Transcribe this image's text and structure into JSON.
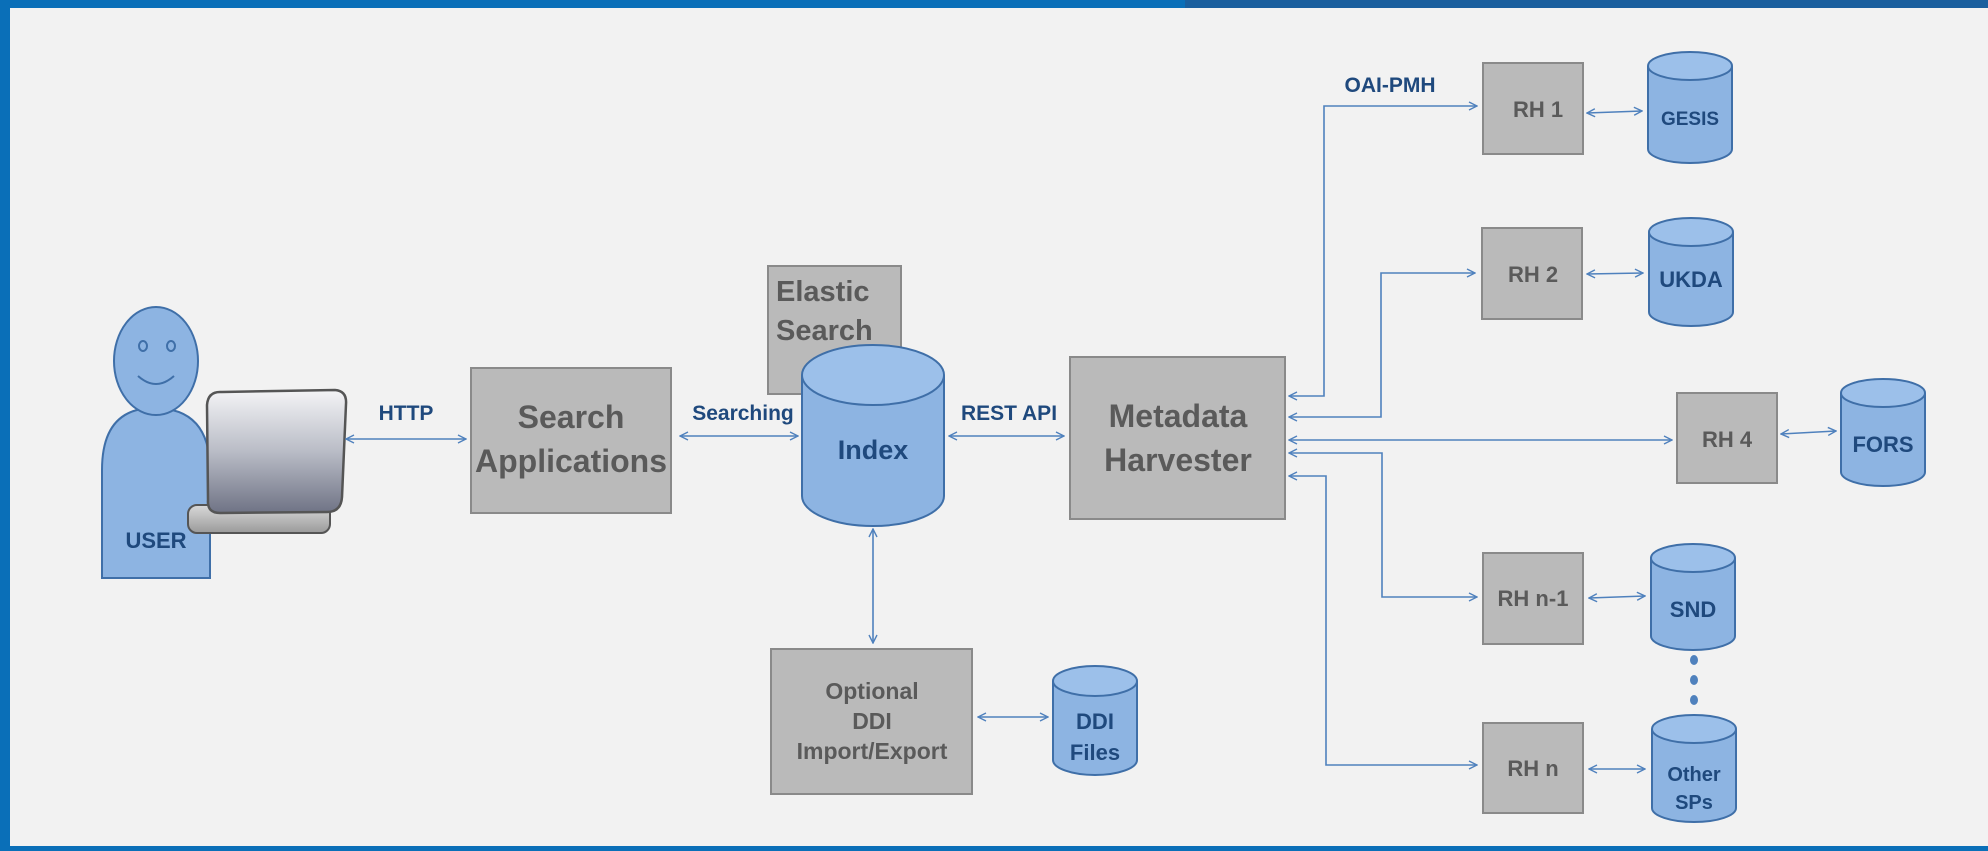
{
  "colors": {
    "frame": "#0a6fb8",
    "background": "#f2f2f2",
    "box_fill": "#bababa",
    "cylinder_fill": "#8db4e2",
    "connector": "#4f81bd",
    "label_blue": "#1f497d",
    "label_gray": "#5a5a5a"
  },
  "user": {
    "label": "USER"
  },
  "protocols": {
    "http": "HTTP",
    "searching": "Searching",
    "rest_api": "REST API",
    "oai_pmh": "OAI-PMH"
  },
  "components": {
    "search_applications": [
      "Search",
      "Applications"
    ],
    "elastic_search": [
      "Elastic",
      "Search"
    ],
    "index": "Index",
    "metadata_harvester": [
      "Metadata",
      "Harvester"
    ],
    "optional_ddi": [
      "Optional",
      "DDI",
      "Import/Export"
    ],
    "ddi_files": [
      "DDI",
      "Files"
    ]
  },
  "harvesters": [
    {
      "rh": "RH 1",
      "repo": [
        "GESIS"
      ]
    },
    {
      "rh": "RH 2",
      "repo": [
        "UKDA"
      ]
    },
    {
      "rh": "RH 4",
      "repo": [
        "FORS"
      ]
    },
    {
      "rh": "RH n-1",
      "repo": [
        "SND"
      ]
    },
    {
      "rh": "RH n",
      "repo": [
        "Other",
        "SPs"
      ]
    }
  ]
}
